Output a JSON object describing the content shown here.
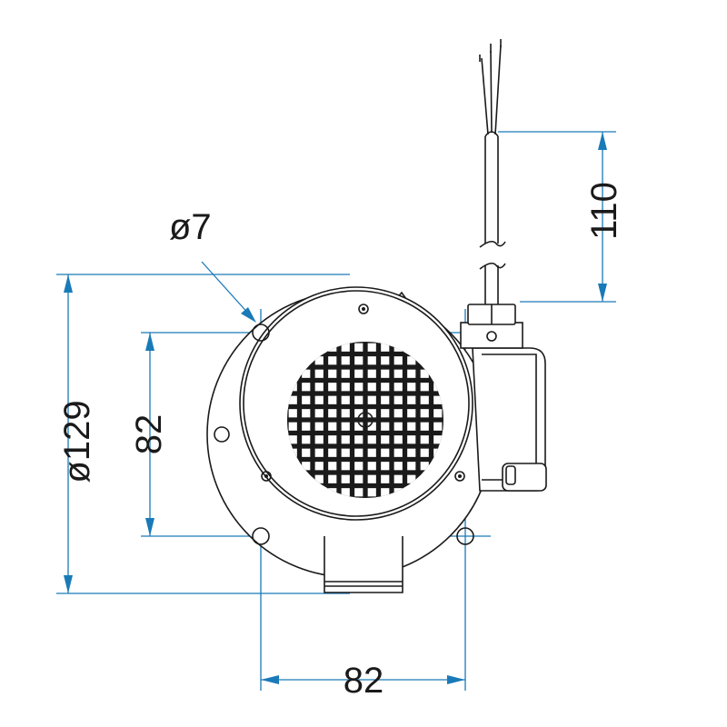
{
  "dimensions": {
    "hole_diameter": "ø7",
    "flange_diameter": "ø129",
    "vertical_spacing": "82",
    "horizontal_spacing": "82",
    "cable_length": "110"
  },
  "colors": {
    "dimension_line": "#1a7ab8",
    "outline": "#1a1a1a",
    "background": "#ffffff"
  }
}
